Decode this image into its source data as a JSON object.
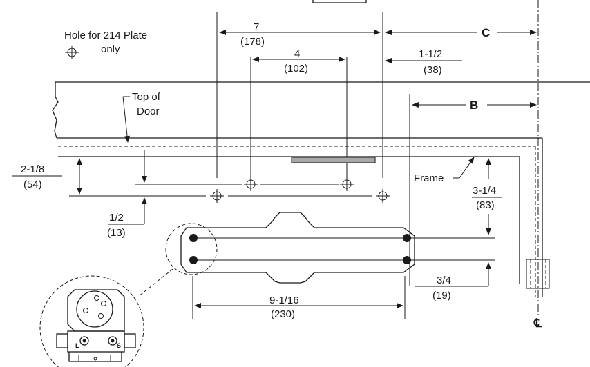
{
  "labels": {
    "hole_note_line1": "Hole for 214 Plate",
    "hole_note_line2": "only",
    "top_of_door_line1": "Top of",
    "top_of_door_line2": "Door",
    "frame": "Frame",
    "centerline": "℄",
    "dim_B": "B",
    "dim_C": "C"
  },
  "dimensions": {
    "d7": {
      "imperial": "7",
      "metric": "(178)"
    },
    "d4": {
      "imperial": "4",
      "metric": "(102)"
    },
    "d1_1_2": {
      "imperial": "1-1/2",
      "metric": "(38)"
    },
    "d2_1_8": {
      "imperial": "2-1/8",
      "metric": "(54)"
    },
    "d1_2": {
      "imperial": "1/2",
      "metric": "(13)"
    },
    "d3_1_4": {
      "imperial": "3-1/4",
      "metric": "(83)"
    },
    "d3_4": {
      "imperial": "3/4",
      "metric": "(19)"
    },
    "d9_1_16": {
      "imperial": "9-1/16",
      "metric": "(230)"
    }
  },
  "detail": {
    "valve_L": "L",
    "valve_S": "S"
  }
}
